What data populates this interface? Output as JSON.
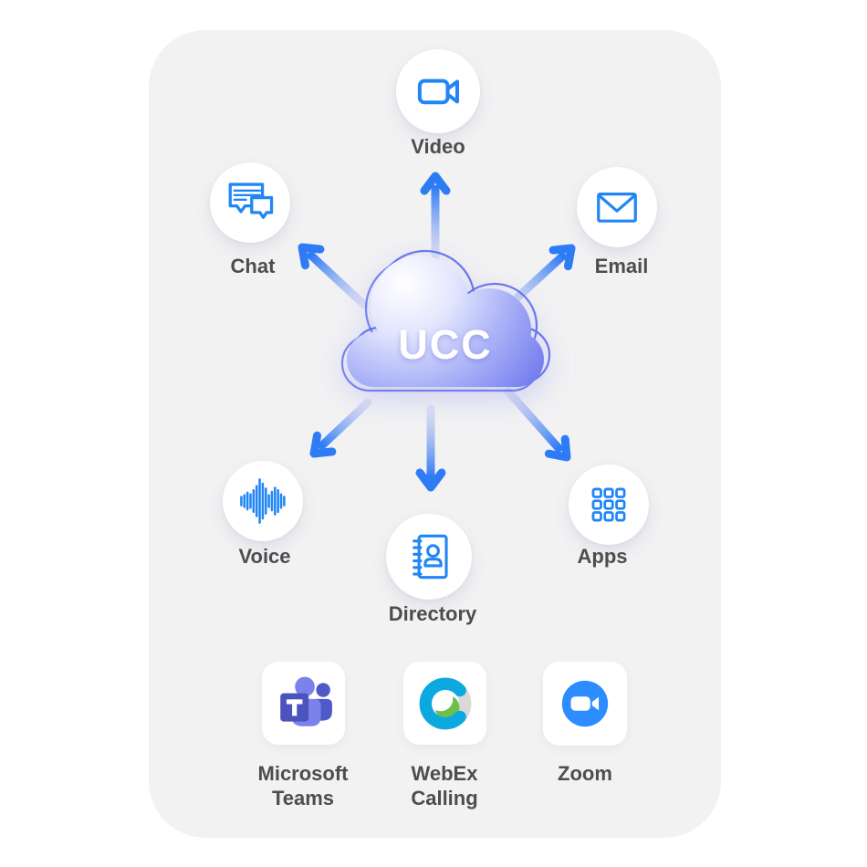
{
  "hub": {
    "label": "UCC"
  },
  "nodes": [
    {
      "label": "Video",
      "icon": "video-camera-icon"
    },
    {
      "label": "Chat",
      "icon": "chat-bubbles-icon"
    },
    {
      "label": "Email",
      "icon": "envelope-icon"
    },
    {
      "label": "Voice",
      "icon": "sound-waveform-icon"
    },
    {
      "label": "Directory",
      "icon": "address-book-icon"
    },
    {
      "label": "Apps",
      "icon": "app-grid-icon"
    }
  ],
  "integrations": [
    {
      "line1": "Microsoft",
      "line2": "Teams",
      "icon": "microsoft-teams-logo"
    },
    {
      "line1": "WebEx",
      "line2": "Calling",
      "icon": "webex-logo"
    },
    {
      "line1": "Zoom",
      "line2": "",
      "icon": "zoom-logo"
    }
  ],
  "colors": {
    "background_card": "#F2F2F3",
    "icon_blue": "#2186F5",
    "arrow_blue": "#2E7CF5",
    "label_gray": "#4D4D4D",
    "cloud_fill_edge": "#6E78EE",
    "cloud_outline": "#4A5AF0",
    "teams_purple_dark": "#4B53BC",
    "teams_purple_mid": "#5059C9",
    "teams_purple_light": "#7B83EB",
    "webex_blue": "#0CA8E0",
    "webex_green": "#6CC04A",
    "webex_gray": "#D9D9D9",
    "zoom_blue": "#2D8CFF"
  }
}
